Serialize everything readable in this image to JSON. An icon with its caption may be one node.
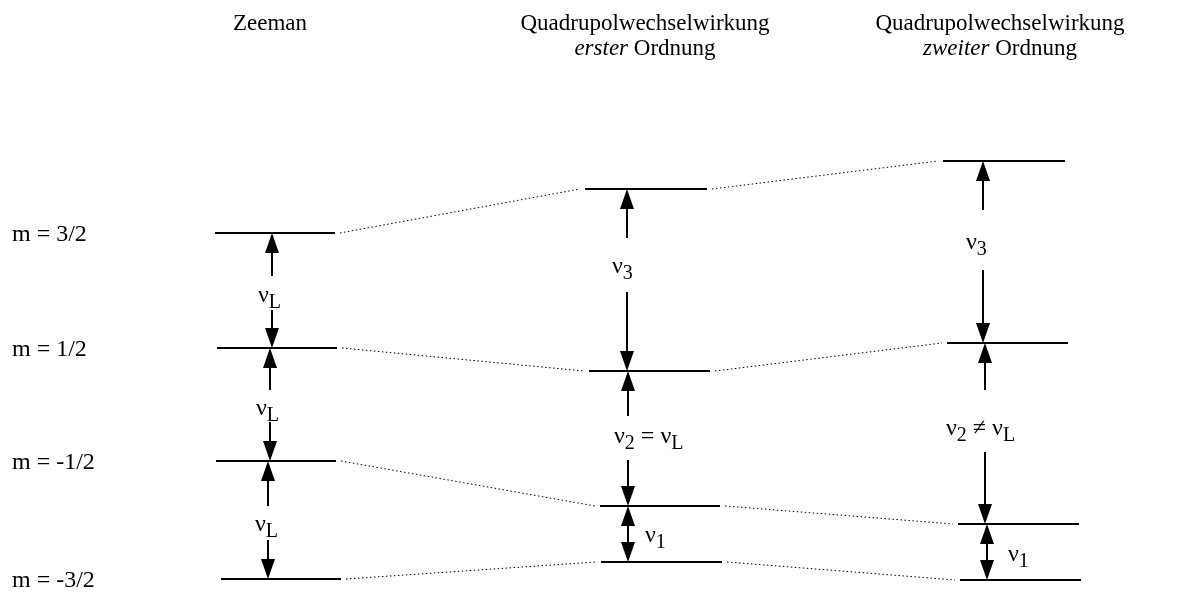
{
  "diagram": {
    "nodes": [
      {
        "text": [],
        "shape": "bar"
      },
      {
        "text": [],
        "shape": "bar"
      },
      {
        "text": [],
        "shape": "bar"
      },
      {
        "text": [],
        "shape": "bar"
      },
      {
        "text": [],
        "shape": "bar"
      },
      {
        "text": [],
        "shape": "bar"
      },
      {
        "text": [],
        "shape": "bar"
      },
      {
        "text": [],
        "shape": "bar"
      },
      {
        "text": [],
        "shape": "bar"
      },
      {
        "text": [],
        "shape": "bar"
      },
      {
        "text": [],
        "shape": "bar"
      },
      {
        "text": [],
        "shape": "bar"
      }
    ],
    "edges": [
      {
        "from": 0,
        "to": 4,
        "arrow": "none",
        "style": "dashed"
      },
      {
        "from": 1,
        "to": 5,
        "arrow": "none",
        "style": "dashed"
      },
      {
        "from": 2,
        "to": 6,
        "arrow": "none",
        "style": "dashed"
      },
      {
        "from": 3,
        "to": 7,
        "arrow": "none",
        "style": "dashed"
      },
      {
        "from": 4,
        "to": 8,
        "arrow": "none",
        "style": "dashed"
      },
      {
        "from": 5,
        "to": 9,
        "arrow": "none",
        "style": "dashed"
      },
      {
        "from": 6,
        "to": 10,
        "arrow": "none",
        "style": "dashed"
      },
      {
        "from": 7,
        "to": 11,
        "arrow": "none",
        "style": "dashed"
      }
    ],
    "labels": [
      "Zeeman",
      "Quadrupolwechselwirkung *erster* Ordnung",
      "Quadrupolwechselwirkung *zweiter* Ordnung",
      "m = 3/2",
      "m = 1/2",
      "m = -1/2",
      "m = -3/2",
      "ν$_{L}$",
      "ν$_{L}$",
      "ν$_{L}$",
      "ν$_{3}$",
      "ν$_{2}$ = ν$_{L}$",
      "ν$_{1}$",
      "ν$_{3}$",
      "ν$_{2}$ ≠ ν$_{L}$",
      "ν$_{1}$"
    ]
  }
}
